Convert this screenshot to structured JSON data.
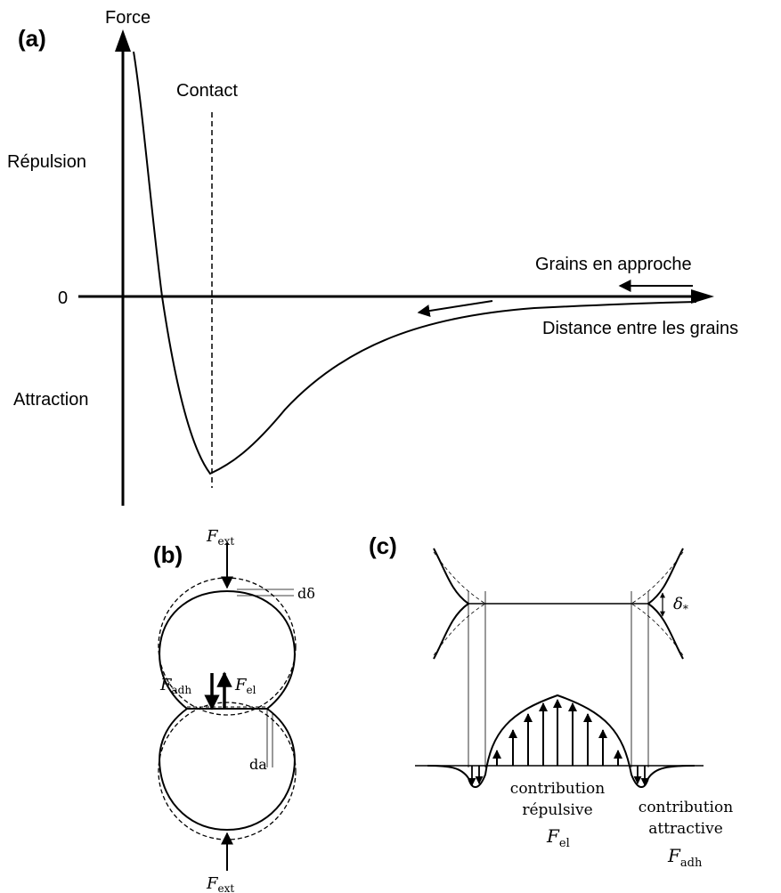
{
  "panel_a": {
    "label": "(a)",
    "y_axis_label": "Force",
    "zero_label": "0",
    "repulsion_label": "Répulsion",
    "attraction_label": "Attraction",
    "contact_label": "Contact",
    "x_axis_label": "Distance entre les grains",
    "approach_label": "Grains en approche"
  },
  "panel_b": {
    "label": "(b)",
    "f_ext_top": {
      "main": "F",
      "sub": "ext"
    },
    "f_ext_bottom": {
      "main": "F",
      "sub": "ext"
    },
    "f_adh": {
      "main": "F",
      "sub": "adh"
    },
    "f_el": {
      "main": "F",
      "sub": "el"
    },
    "d_delta": "dδ",
    "d_a": "da"
  },
  "panel_c": {
    "label": "(c)",
    "delta_star": {
      "main": "δ",
      "sub": "*"
    },
    "repulsive_line1": "contribution",
    "repulsive_line2": "répulsive",
    "repulsive_force": {
      "main": "F",
      "sub": "el"
    },
    "attractive_line1": "contribution",
    "attractive_line2": "attractive",
    "attractive_force": {
      "main": "F",
      "sub": "adh"
    }
  }
}
